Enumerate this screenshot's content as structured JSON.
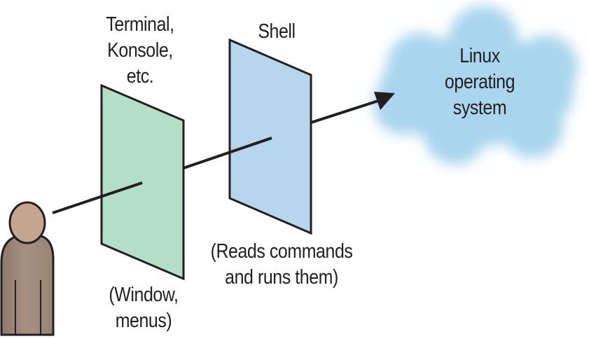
{
  "labels": {
    "terminal": [
      "Terminal,",
      "Konsole,",
      "etc."
    ],
    "terminal_note": [
      "(Window,",
      "menus)"
    ],
    "shell": [
      "Shell"
    ],
    "shell_note": [
      "(Reads commands",
      "and runs them)"
    ],
    "os": [
      "Linux",
      "operating",
      "system"
    ]
  },
  "icons": {
    "user": "person-icon",
    "cloud": "cloud-icon",
    "arrow": "arrow-icon"
  },
  "colors": {
    "terminal_panel": "#b3dfc6",
    "shell_panel": "#b5d6ec",
    "cloud": "#a9d5ee",
    "person": "#a58f80",
    "outline": "#231f20"
  }
}
